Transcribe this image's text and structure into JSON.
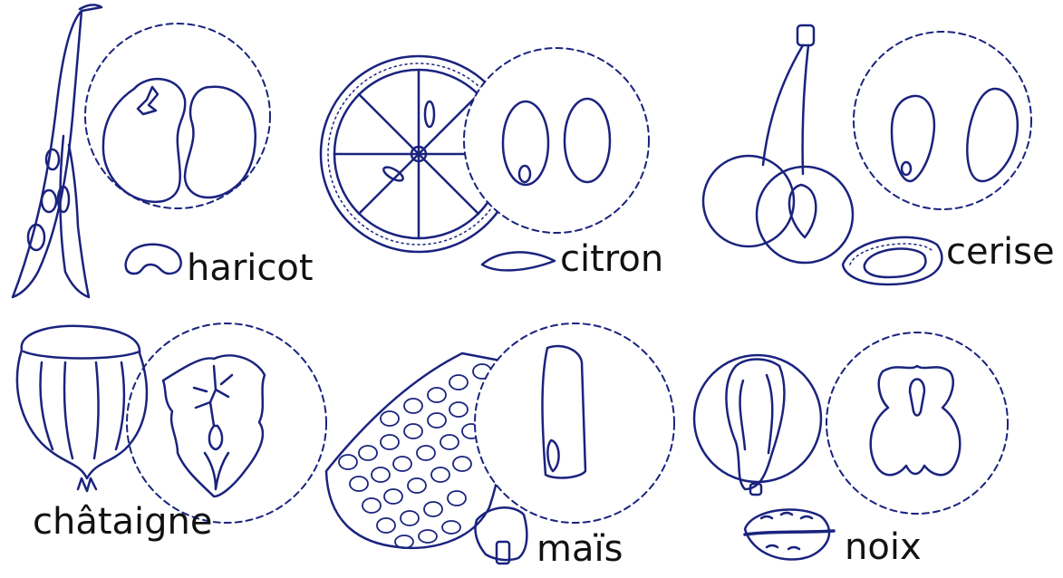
{
  "colors": {
    "ink": "#1a237e",
    "text": "#111111",
    "background": "#ffffff"
  },
  "labels": {
    "haricot": "haricot",
    "citron": "citron",
    "cerise": "cerise",
    "chataigne": "châtaigne",
    "mais": "maïs",
    "noix": "noix"
  }
}
